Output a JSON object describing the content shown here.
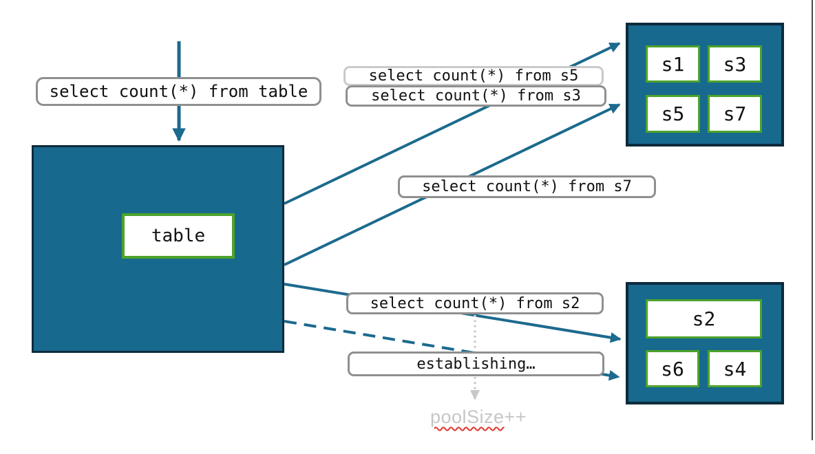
{
  "queries": {
    "from_table": "select count(*) from table",
    "from_s5": "select count(*) from s5",
    "from_s3": "select count(*) from s3",
    "from_s7": "select count(*) from s7",
    "from_s2": "select count(*) from s2",
    "establishing": "establishing…"
  },
  "table_node": {
    "label": "table"
  },
  "clusters": {
    "top": {
      "cells": [
        "s1",
        "s3",
        "s5",
        "s7"
      ]
    },
    "bottom": {
      "cells": [
        "s2",
        "s6",
        "s4"
      ]
    }
  },
  "note": {
    "underlined": "poolSize",
    "rest": "++"
  },
  "colors": {
    "node_fill": "#17698E",
    "node_border": "#0D2B3C",
    "shard_border": "#4DA32B",
    "arrow": "#1C6A8E",
    "label_border": "#8F8F8F",
    "label_border_light": "#C9C9C9",
    "note_text": "#C6C6C6",
    "squiggle_red": "#E0392E"
  }
}
